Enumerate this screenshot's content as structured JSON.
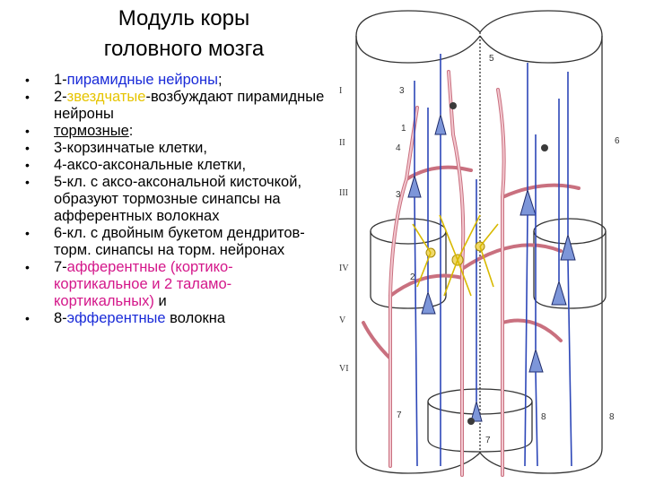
{
  "slide": {
    "title_line1": "Модуль коры",
    "title_line2": "головного мозга"
  },
  "bullets": [
    {
      "segments": [
        {
          "text": "1-",
          "color": "black"
        },
        {
          "text": "пирамидные нейроны",
          "color": "blue"
        },
        {
          "text": ";",
          "color": "black"
        }
      ]
    },
    {
      "segments": [
        {
          "text": "2-",
          "color": "black"
        },
        {
          "text": "звездчатые",
          "color": "yellow"
        },
        {
          "text": "-возбуждают пирамидные нейроны",
          "color": "black"
        }
      ]
    },
    {
      "segments": [
        {
          "text": "тормозные",
          "color": "black",
          "underline": true
        },
        {
          "text": ":",
          "color": "black"
        }
      ]
    },
    {
      "segments": [
        {
          "text": "3-корзинчатые клетки,",
          "color": "black"
        }
      ]
    },
    {
      "segments": [
        {
          "text": "4-аксо-аксональные клетки,",
          "color": "black"
        }
      ]
    },
    {
      "segments": [
        {
          "text": "5-кл. с аксо-аксональной кисточкой, образуют тормозные синапсы на афферентных волокнах",
          "color": "black"
        }
      ]
    },
    {
      "segments": [
        {
          "text": "6-кл. с двойным букетом дендритов-торм. синапсы на торм. нейронах",
          "color": "black"
        }
      ]
    },
    {
      "segments": [
        {
          "text": "7-",
          "color": "black"
        },
        {
          "text": "афферентные (кортико-кортикальное и 2 таламо-кортикальных)",
          "color": "magenta"
        },
        {
          "text": "  и",
          "color": "black"
        }
      ]
    },
    {
      "segments": [
        {
          "text": "8-",
          "color": "black"
        },
        {
          "text": "эфферентные",
          "color": "blue"
        },
        {
          "text": " волокна",
          "color": "black"
        }
      ]
    }
  ],
  "colors": {
    "blue": "#1a2bd8",
    "yellow": "#e6c400",
    "magenta": "#d4178a",
    "black": "#000000",
    "pyramidal_fill": "#7d96d9",
    "afferent_fill": "#e3a7b3",
    "stellate_fill": "#f0d96a"
  },
  "diagram": {
    "layers": [
      "I",
      "II",
      "III",
      "IV",
      "V",
      "VI"
    ],
    "labels": [
      "5",
      "3",
      "1",
      "4",
      "6",
      "3",
      "2",
      "7",
      "8",
      "7",
      "8"
    ]
  }
}
